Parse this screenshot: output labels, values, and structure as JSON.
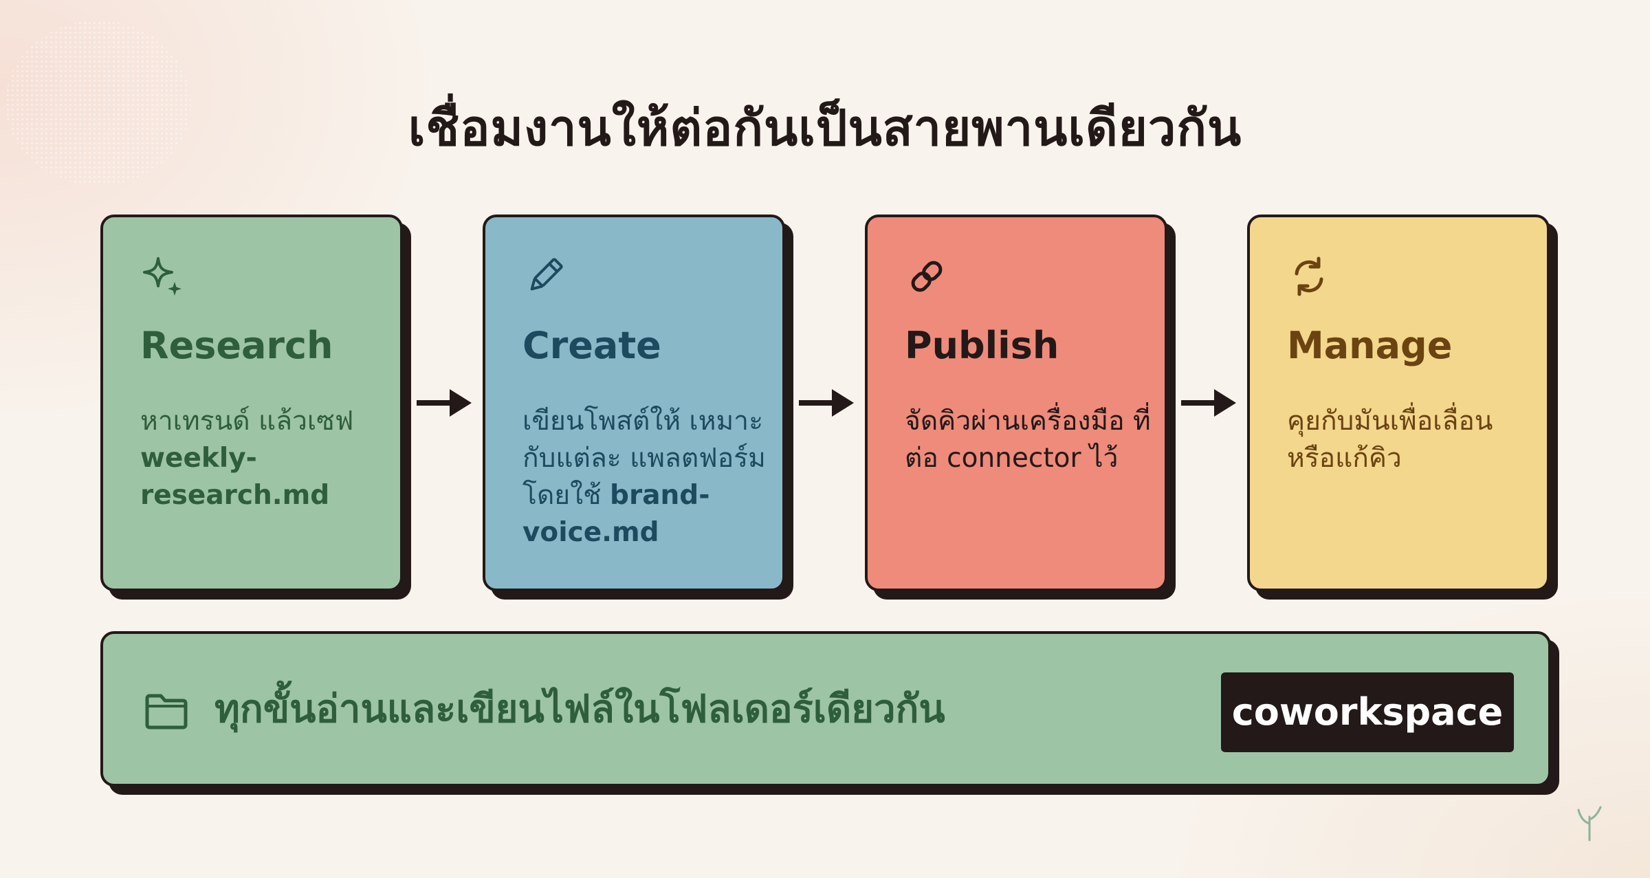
{
  "title": "เชื่อมงานให้ต่อกันเป็นสายพานเดียวกัน",
  "steps": [
    {
      "name": "Research",
      "icon": "sparkle-icon",
      "bg": "#9dc4a5",
      "fg": "#2f5e3c",
      "text": "หาเทรนด์ แล้วเซฟ",
      "file": "weekly-research.md"
    },
    {
      "name": "Create",
      "icon": "pencil-icon",
      "bg": "#89b9c9",
      "fg": "#1e4a60",
      "text": "เขียนโพสต์ให้ เหมาะกับแต่ละ แพลตฟอร์ม โดยใช้",
      "file": "brand-voice.md"
    },
    {
      "name": "Publish",
      "icon": "link-icon",
      "bg": "#ef8b7b",
      "fg": "#221918",
      "text": "จัดคิวผ่านเครื่องมือ ที่ต่อ connector ไว้",
      "file": ""
    },
    {
      "name": "Manage",
      "icon": "refresh-icon",
      "bg": "#f3d78d",
      "fg": "#6b4310",
      "text": "คุยกับมันเพื่อเลื่อน หรือแก้คิว",
      "file": ""
    }
  ],
  "footer": {
    "icon": "folder-icon",
    "text": "ทุกขั้นอ่านและเขียนไฟล์ในโฟลเดอร์เดียวกัน",
    "badge": "coworkspace"
  },
  "colors": {
    "ink": "#221918",
    "background": "#f8f3ec",
    "footer_bg": "#9dc4a5",
    "footer_fg": "#2f5e3c"
  }
}
